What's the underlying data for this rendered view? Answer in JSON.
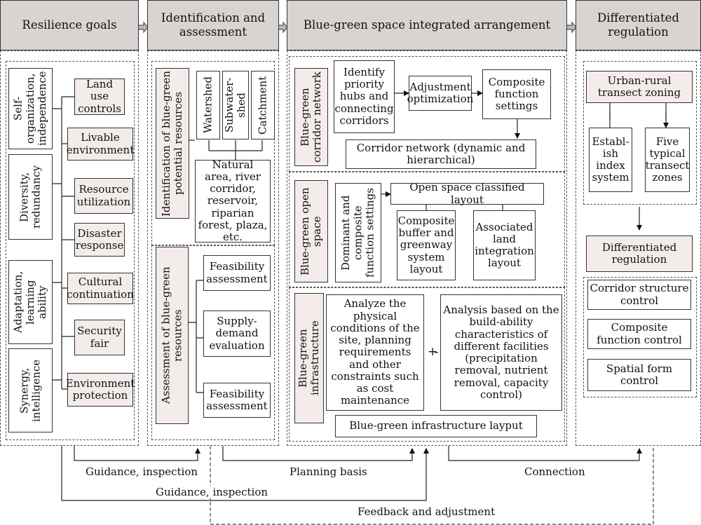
{
  "headers": {
    "resilience": "Resilience goals",
    "identification": "Identification and assessment",
    "bluegreen": "Blue-green space integrated arrangement",
    "regulation": "Differentiated regulation"
  },
  "resilience": {
    "groups": [
      "Self-organization, independence",
      "Diversity, redundancy",
      "Adaptation, learning ability",
      "Synergy, intelligence"
    ],
    "goals": [
      "Land use controls",
      "Livable environment",
      "Resource utilization",
      "Disaster response",
      "Cultural continuation",
      "Security fair",
      "Environment protection"
    ]
  },
  "identification": {
    "potential_title": "Identification of blue-green potential resources",
    "levels": [
      "Watershed",
      "Subwater-shed",
      "Catchment"
    ],
    "natural": "Natural area, river corridor, reservoir, riparian forest, plaza, etc.",
    "assessment_title": "Assessment of blue-green resources",
    "assess_items": [
      "Feasibility assessment",
      "Supply-demand evaluation",
      "Feasibility assessment"
    ]
  },
  "corridor": {
    "title": "Blue-green corridor network",
    "identify": "Identify priority hubs and connecting corridors",
    "adjust": "Adjustment optimization",
    "composite": "Composite function settings",
    "network": "Corridor network (dynamic and hierarchical)"
  },
  "openspace": {
    "title": "Blue-green open space",
    "dominant": "Dominant and composite function settings",
    "classified": "Open space classified layout",
    "buffer": "Composite buffer and greenway system layout",
    "associated": "Associated land integration layout"
  },
  "infra": {
    "title": "Blue-green infrastructure",
    "analyze": "Analyze the physical conditions of the site, planning requirements and other constraints such as cost maintenance",
    "plus": "+",
    "analysis": "Analysis based on the build-ability characteristics of different facilities (precipitation removal, nutrient removal, capacity control)",
    "layout": "Blue-green infrastructure layput"
  },
  "regulation": {
    "zoning": "Urban-rural transect zoning",
    "establish": "Establ-ish index system",
    "five": "Five typical transect zones",
    "diff": "Differentiated regulation",
    "controls": [
      "Corridor structure control",
      "Composite function control",
      "Spatial form control"
    ]
  },
  "bottom": {
    "guidance1": "Guidance, inspection",
    "planning": "Planning basis",
    "connection": "Connection",
    "guidance2": "Guidance, inspection",
    "feedback": "Feedback and adjustment"
  }
}
